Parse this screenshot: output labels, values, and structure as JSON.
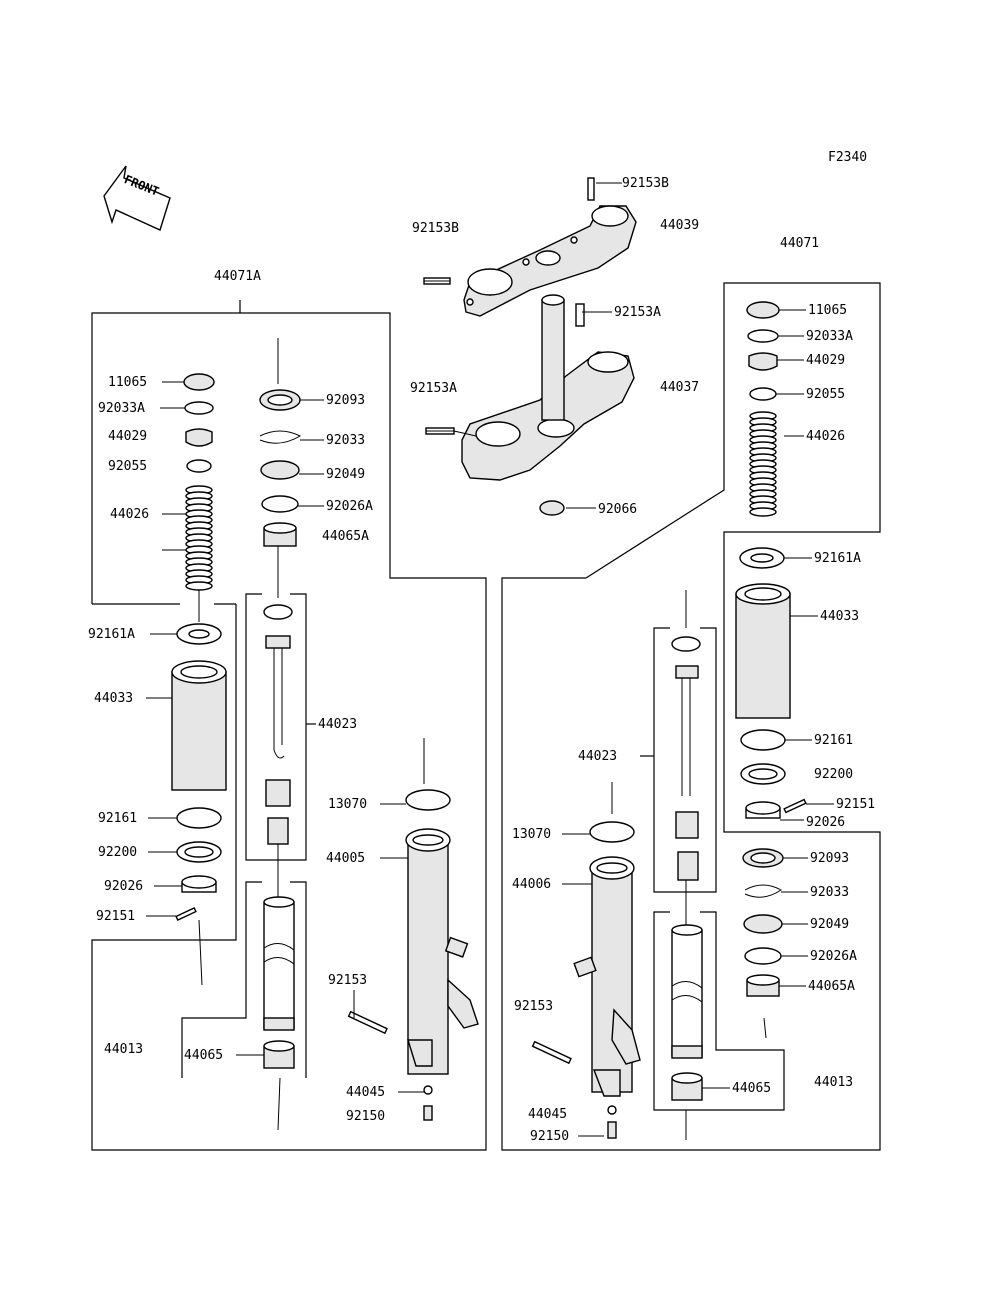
{
  "diagram_code": "F2340",
  "front_arrow_label": "FRONT",
  "parts": {
    "p92153B_top": "92153B",
    "p92153B_left": "92153B",
    "p44039": "44039",
    "p44071": "44071",
    "p44071A": "44071A",
    "p92153A_right": "92153A",
    "p92153A_left": "92153A",
    "p44037": "44037",
    "p92066": "92066",
    "L_11065": "11065",
    "L_92033A": "92033A",
    "L_44029": "44029",
    "L_92055": "92055",
    "L_44026": "44026",
    "L_92161A": "92161A",
    "L_44033": "44033",
    "L_92161": "92161",
    "L_92200": "92200",
    "L_92026": "92026",
    "L_92151": "92151",
    "L_44013": "44013",
    "L_44065": "44065",
    "C_92093": "92093",
    "C_92033": "92033",
    "C_92049": "92049",
    "C_92026A": "92026A",
    "C_44065A": "44065A",
    "C_44023": "44023",
    "C_13070": "13070",
    "C_44005": "44005",
    "C_92153": "92153",
    "C_44045": "44045",
    "C_92150": "92150",
    "R_11065": "11065",
    "R_92033A": "92033A",
    "R_44029": "44029",
    "R_92055": "92055",
    "R_44026": "44026",
    "R_92161A": "92161A",
    "R_44033": "44033",
    "R_92161": "92161",
    "R_92200": "92200",
    "R_92151": "92151",
    "R_92026": "92026",
    "R_92093": "92093",
    "R_92033": "92033",
    "R_92049": "92049",
    "R_92026A": "92026A",
    "R_44065A": "44065A",
    "R_44013": "44013",
    "R_44065": "44065",
    "M_44023": "44023",
    "M_13070": "13070",
    "M_44006": "44006",
    "M_92153": "92153",
    "M_44045": "44045",
    "M_92150": "92150"
  }
}
